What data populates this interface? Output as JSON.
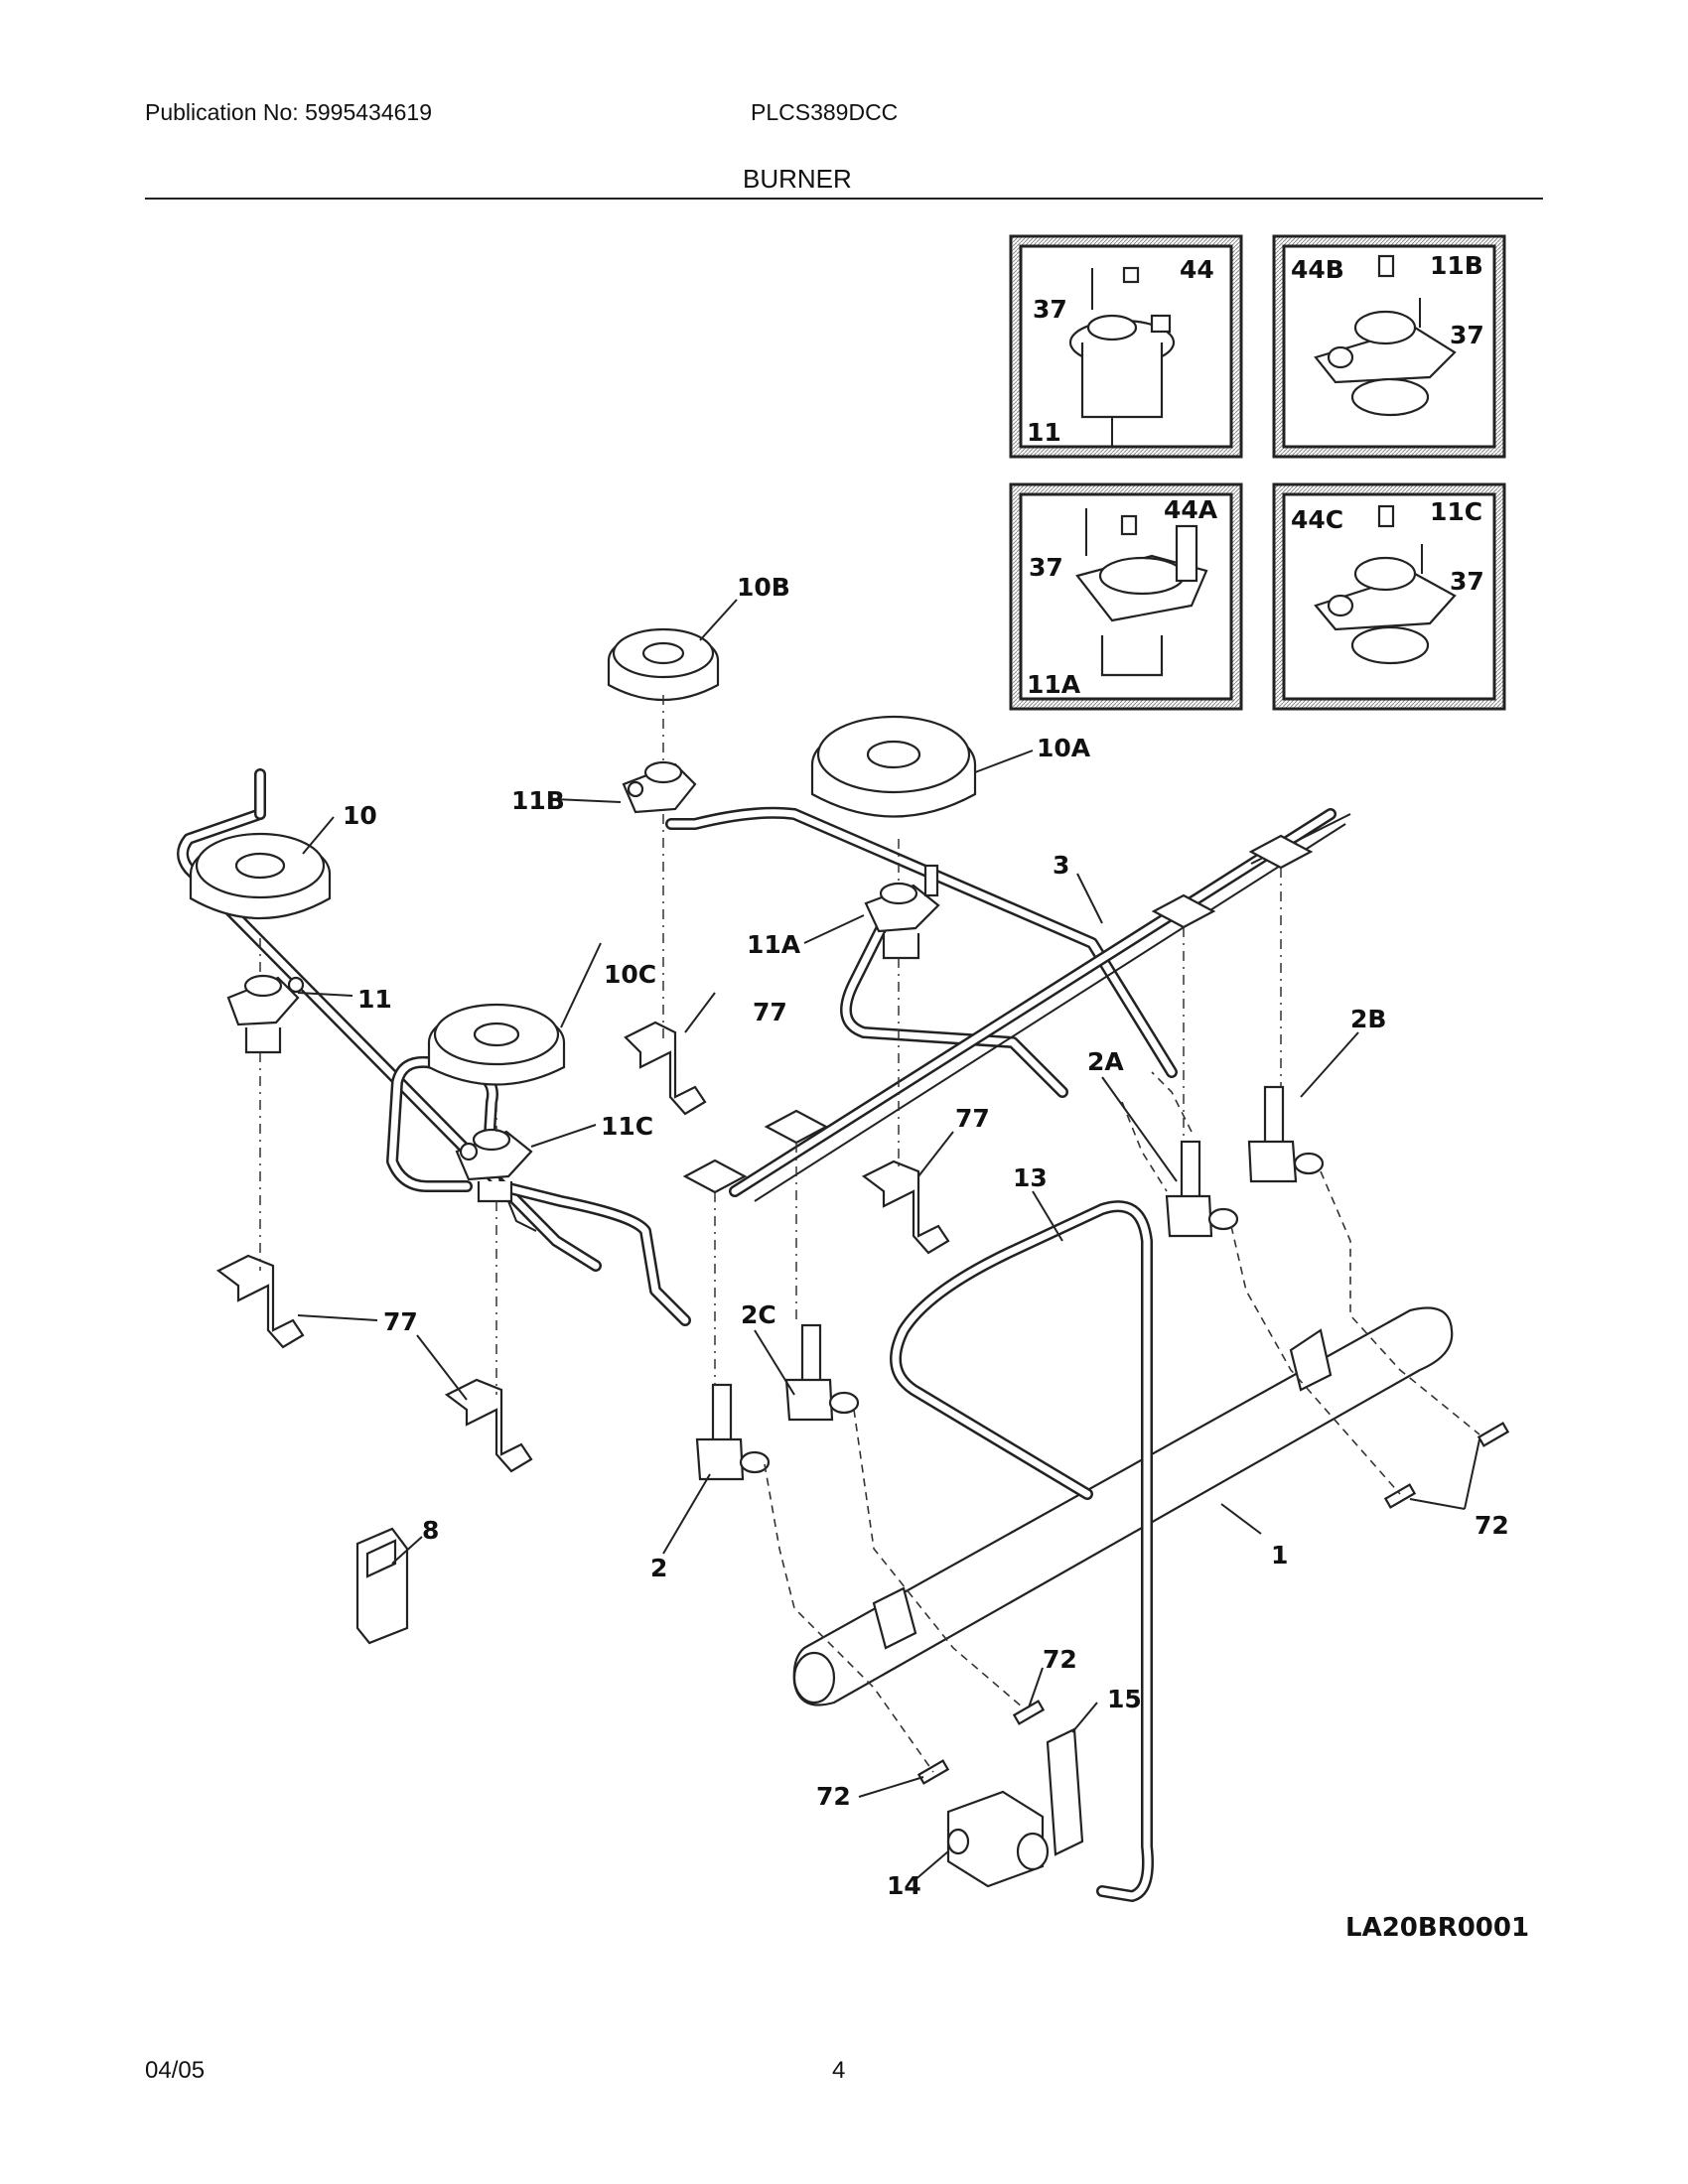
{
  "header": {
    "publication": "Publication No: 5995434619",
    "model": "PLCS389DCC",
    "section": "BURNER"
  },
  "footer": {
    "date": "04/05",
    "page": "4"
  },
  "diagram": {
    "code": "LA20BR0001",
    "callouts": {
      "c10B": "10B",
      "c10A": "10A",
      "c10": "10",
      "c10C": "10C",
      "c11B": "11B",
      "c11A": "11A",
      "c11": "11",
      "c11C": "11C",
      "c3": "3",
      "c2B": "2B",
      "c2A": "2A",
      "c2C": "2C",
      "c2": "2",
      "c13": "13",
      "c1": "1",
      "c8": "8",
      "c14": "14",
      "c15": "15",
      "c77a": "77",
      "c77b": "77",
      "c77c": "77",
      "c72a": "72",
      "c72b": "72",
      "c72c": "72"
    },
    "insets": {
      "i11": {
        "n44": "44",
        "n37": "37",
        "n11": "11"
      },
      "i11B": {
        "n44B": "44B",
        "n11B": "11B",
        "n37": "37"
      },
      "i11A": {
        "n44A": "44A",
        "n37": "37",
        "n11A": "11A"
      },
      "i11C": {
        "n44C": "44C",
        "n11C": "11C",
        "n37": "37"
      }
    }
  }
}
